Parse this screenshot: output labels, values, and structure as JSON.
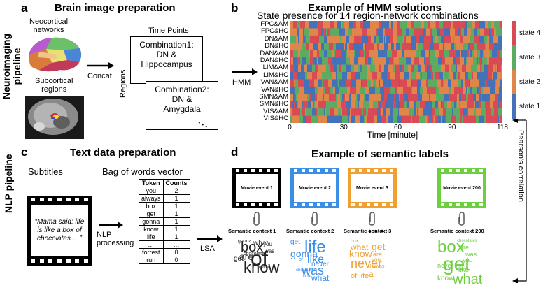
{
  "panels": {
    "a": {
      "letter": "a",
      "title": "Brain image preparation",
      "neocortical": "Neocortical\nnetworks",
      "subcortical": "Subcortical\nregions",
      "concat": "Concat",
      "time_points": "Time Points",
      "regions": "Regions",
      "combo1": "Combination1:\nDN &\nHippocampus",
      "combo2": "Combination2:\nDN &\nAmygdala",
      "ellipsis": "…"
    },
    "b": {
      "letter": "b",
      "title": "Example of HMM solutions",
      "subtitle": "State presence for 14 region-network combinations",
      "hmm": "HMM",
      "xlabel": "Time [minute]",
      "pearson": "Pearson's correlation"
    },
    "c": {
      "letter": "c",
      "title": "Text data preparation",
      "subtitles": "Subtitles",
      "bow": "Bag of words vector",
      "quote": "“Mama said: life is like a box of chocolates …”",
      "nlp_processing": "NLP\nprocessing",
      "lsa": "LSA",
      "table": {
        "headers": [
          "Token",
          "Counts"
        ],
        "rows": [
          [
            "you",
            "2"
          ],
          [
            "always",
            "1"
          ],
          [
            "box",
            "1"
          ],
          [
            "get",
            "1"
          ],
          [
            "gonna",
            "1"
          ],
          [
            "know",
            "1"
          ],
          [
            "life",
            "1"
          ],
          [
            "…",
            "…"
          ],
          [
            "forrest",
            "0"
          ],
          [
            "run",
            "0"
          ]
        ]
      }
    },
    "d": {
      "letter": "d",
      "title": "Example of semantic labels",
      "events": [
        {
          "label": "Movie event 1",
          "context": "Semantic context 1",
          "color": "#000000"
        },
        {
          "label": "Movie event 2",
          "context": "Semantic context 2",
          "color": "#3b8ee8"
        },
        {
          "label": "Movie event 3",
          "context": "Semantic context 3",
          "color": "#f0a030"
        },
        {
          "label": "Movie event 200",
          "context": "Semantic context 200",
          "color": "#6ccf3e"
        }
      ],
      "dots": "• • •"
    }
  },
  "side_labels": {
    "neuro": "Neuroimaging\npipeline",
    "nlp": "NLP pipeline"
  },
  "chart_data": {
    "type": "heatmap",
    "title": "State presence for 14 region-network combinations",
    "xlabel": "Time [minute]",
    "ylabel": "",
    "rows": [
      "FPC&AM",
      "FPC&HC",
      "DN&AM",
      "DN&HC",
      "DAN&AM",
      "DAN&HC",
      "LIM&AM",
      "LIM&HC",
      "VAN&AM",
      "VAN&HC",
      "SMN&AM",
      "SMN&HC",
      "VIS&AM",
      "VIS&HC"
    ],
    "x_ticks": [
      0,
      30,
      60,
      90,
      118
    ],
    "xlim": [
      0,
      118
    ],
    "states": [
      {
        "name": "state 1",
        "color": "#4472b8"
      },
      {
        "name": "state 2",
        "color": "#e0864a"
      },
      {
        "name": "state 3",
        "color": "#5cab62"
      },
      {
        "name": "state 4",
        "color": "#d84a55"
      }
    ]
  },
  "wordclouds": [
    {
      "color": "#222222",
      "words": [
        [
          "box",
          20,
          12,
          4
        ],
        [
          "of",
          30,
          26,
          16
        ],
        [
          "know",
          22,
          16,
          32
        ],
        [
          "what",
          10,
          30,
          4
        ],
        [
          "gonna",
          7,
          8,
          2
        ],
        [
          "chocolates",
          7,
          16,
          20
        ],
        [
          "are",
          14,
          10,
          20
        ],
        [
          "get",
          10,
          2,
          26
        ],
        [
          "like",
          7,
          28,
          36
        ],
        [
          "never",
          6,
          38,
          40
        ],
        [
          "you",
          8,
          44,
          6
        ],
        [
          "was",
          8,
          46,
          16
        ]
      ]
    },
    {
      "color": "#3b8ee8",
      "words": [
        [
          "life",
          24,
          20,
          2
        ],
        [
          "like",
          16,
          24,
          24
        ],
        [
          "was",
          18,
          16,
          38
        ],
        [
          "gonna",
          14,
          0,
          16
        ],
        [
          "never",
          10,
          30,
          34
        ],
        [
          "what",
          12,
          30,
          52
        ],
        [
          "get",
          10,
          0,
          2
        ],
        [
          "box",
          7,
          18,
          52
        ],
        [
          "chocolates",
          6,
          8,
          44
        ],
        [
          "of",
          7,
          12,
          28
        ]
      ]
    },
    {
      "color": "#f0a030",
      "words": [
        [
          "never",
          18,
          4,
          28
        ],
        [
          "know",
          14,
          2,
          16
        ],
        [
          "get",
          14,
          34,
          6
        ],
        [
          "what",
          12,
          4,
          8
        ],
        [
          "of life",
          11,
          4,
          50
        ],
        [
          "are",
          9,
          36,
          20
        ],
        [
          "a",
          12,
          30,
          46
        ],
        [
          "like",
          8,
          30,
          38
        ],
        [
          "box",
          7,
          4,
          2
        ],
        [
          "was",
          7,
          40,
          38
        ],
        [
          "you",
          8,
          34,
          28
        ]
      ]
    },
    {
      "color": "#6ccf3e",
      "words": [
        [
          "box",
          24,
          0,
          2
        ],
        [
          "get",
          28,
          8,
          24
        ],
        [
          "what",
          20,
          22,
          50
        ],
        [
          "know",
          10,
          0,
          54
        ],
        [
          "never",
          9,
          0,
          36
        ],
        [
          "was",
          9,
          40,
          20
        ],
        [
          "you",
          9,
          36,
          28
        ],
        [
          "like",
          10,
          30,
          42
        ],
        [
          "are",
          9,
          32,
          10
        ],
        [
          "chocolates",
          6,
          28,
          2
        ]
      ]
    }
  ]
}
